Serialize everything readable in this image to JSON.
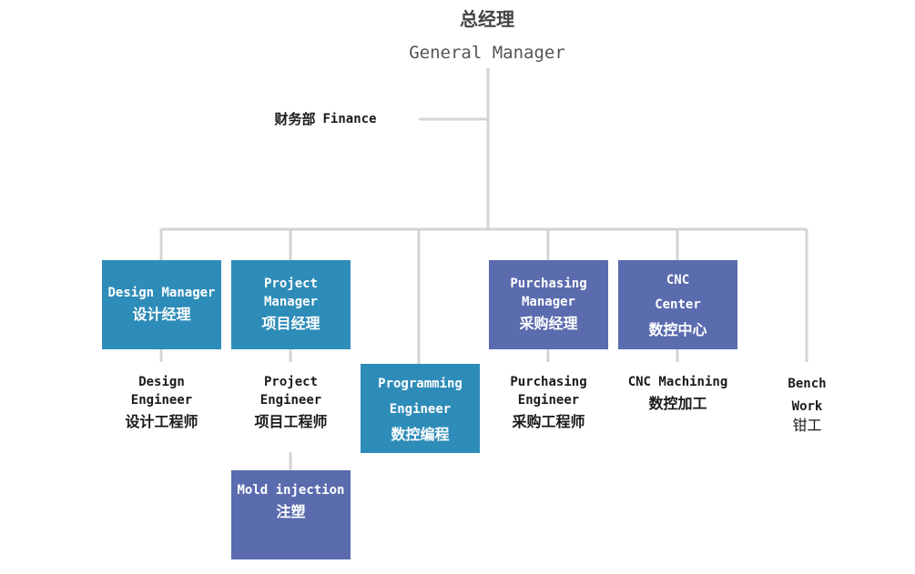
{
  "chart": {
    "general_manager": {
      "zh": "总经理",
      "en": "General Manager"
    },
    "finance": {
      "zh": "财务部",
      "en": "Finance"
    },
    "design_manager": {
      "en": "Design Manager",
      "zh": "设计经理"
    },
    "project_manager": {
      "en": "Project\nManager",
      "zh": "项目经理"
    },
    "programming_engineer": {
      "en": "Programming\nEngineer",
      "zh": "数控编程"
    },
    "purchasing_manager": {
      "en": "Purchasing\nManager",
      "zh": "采购经理"
    },
    "cnc_center": {
      "en": "CNC\nCenter",
      "zh": "数控中心"
    },
    "bench_work": {
      "en": "Bench\nWork",
      "zh": "钳工"
    },
    "design_engineer": {
      "en": "Design\nEngineer",
      "zh": "设计工程师"
    },
    "project_engineer": {
      "en": "Project\nEngineer",
      "zh": "项目工程师"
    },
    "purchasing_engineer": {
      "en": "Purchasing\nEngineer",
      "zh": "采购工程师"
    },
    "cnc_machining": {
      "en": "CNC Machining",
      "zh": "数控加工"
    },
    "mold_injection": {
      "en": "Mold injection",
      "zh": "注塑"
    }
  },
  "colors": {
    "teal_box": "#2e8cb8",
    "purple_box": "#5a6bae",
    "connector": "#d4d4d4"
  }
}
